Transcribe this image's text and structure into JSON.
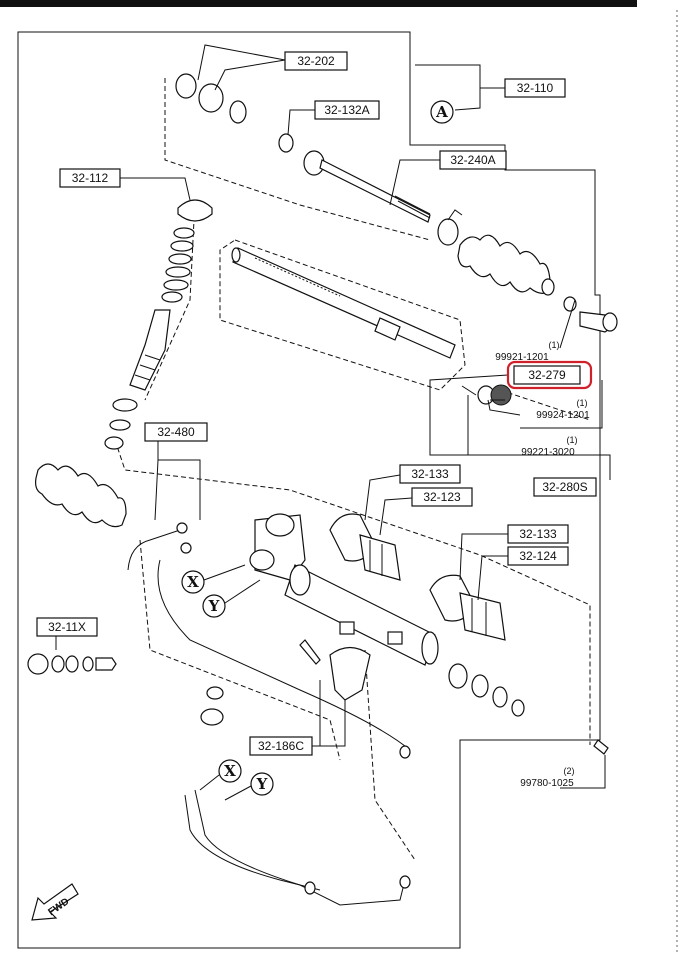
{
  "labels": {
    "l32_202": "32-202",
    "l32_110": "32-110",
    "l32_132A": "32-132A",
    "l32_240A": "32-240A",
    "l32_112": "32-112",
    "l32_279": "32-279",
    "l32_280S": "32-280S",
    "l32_480": "32-480",
    "l32_133a": "32-133",
    "l32_123": "32-123",
    "l32_133b": "32-133",
    "l32_124": "32-124",
    "l32_11X": "32-11X",
    "l32_186C": "32-186C"
  },
  "part_numbers": {
    "p99921": "99921-1201",
    "p99924": "99924-1201",
    "p99221": "99221-3020",
    "p99780": "99780-1025"
  },
  "quantities": {
    "q99921": "(1)",
    "q99924": "(1)",
    "q99221": "(1)",
    "q99780": "(2)"
  },
  "markers": {
    "a": "A",
    "x1": "X",
    "y1": "Y",
    "x2": "X",
    "y2": "Y"
  },
  "fwd": "FWD",
  "colors": {
    "highlight": "#d0202a",
    "line": "#111111"
  }
}
